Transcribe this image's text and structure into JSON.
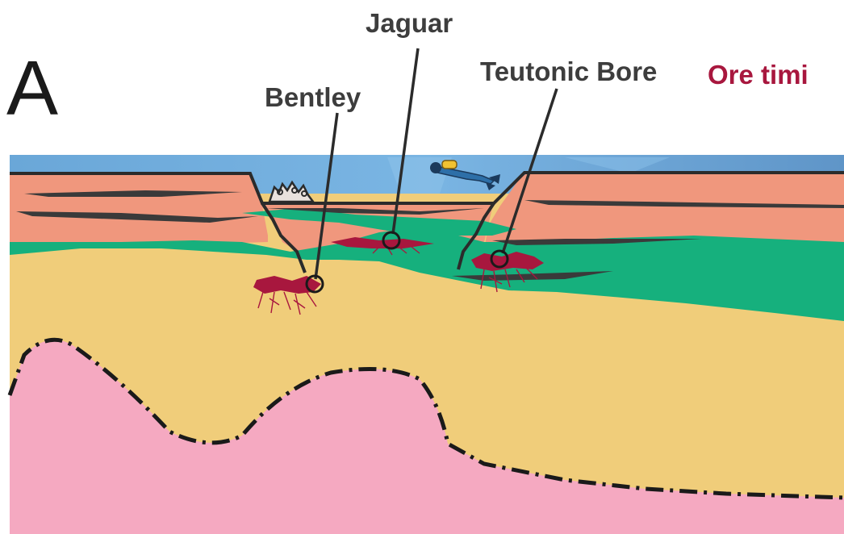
{
  "panel": {
    "letter": "A"
  },
  "labels": {
    "jaguar": "Jaguar",
    "teutonic_bore": "Teutonic Bore",
    "bentley": "Bentley",
    "ore_timing": "Ore timi"
  },
  "colors": {
    "sea": "#5f9fd6",
    "upper_volcanics": "#f0977d",
    "middle_volcanics": "#16b07d",
    "lower_volcanics": "#f0cd7a",
    "granite": "#f5a9c1",
    "ore": "#a8173e",
    "ore_timing_text": "#a8173e",
    "black_shale": "#3a3a3a"
  },
  "icons": {
    "diver": "scuba-diver-icon",
    "vent": "hydrothermal-vent-icon"
  }
}
